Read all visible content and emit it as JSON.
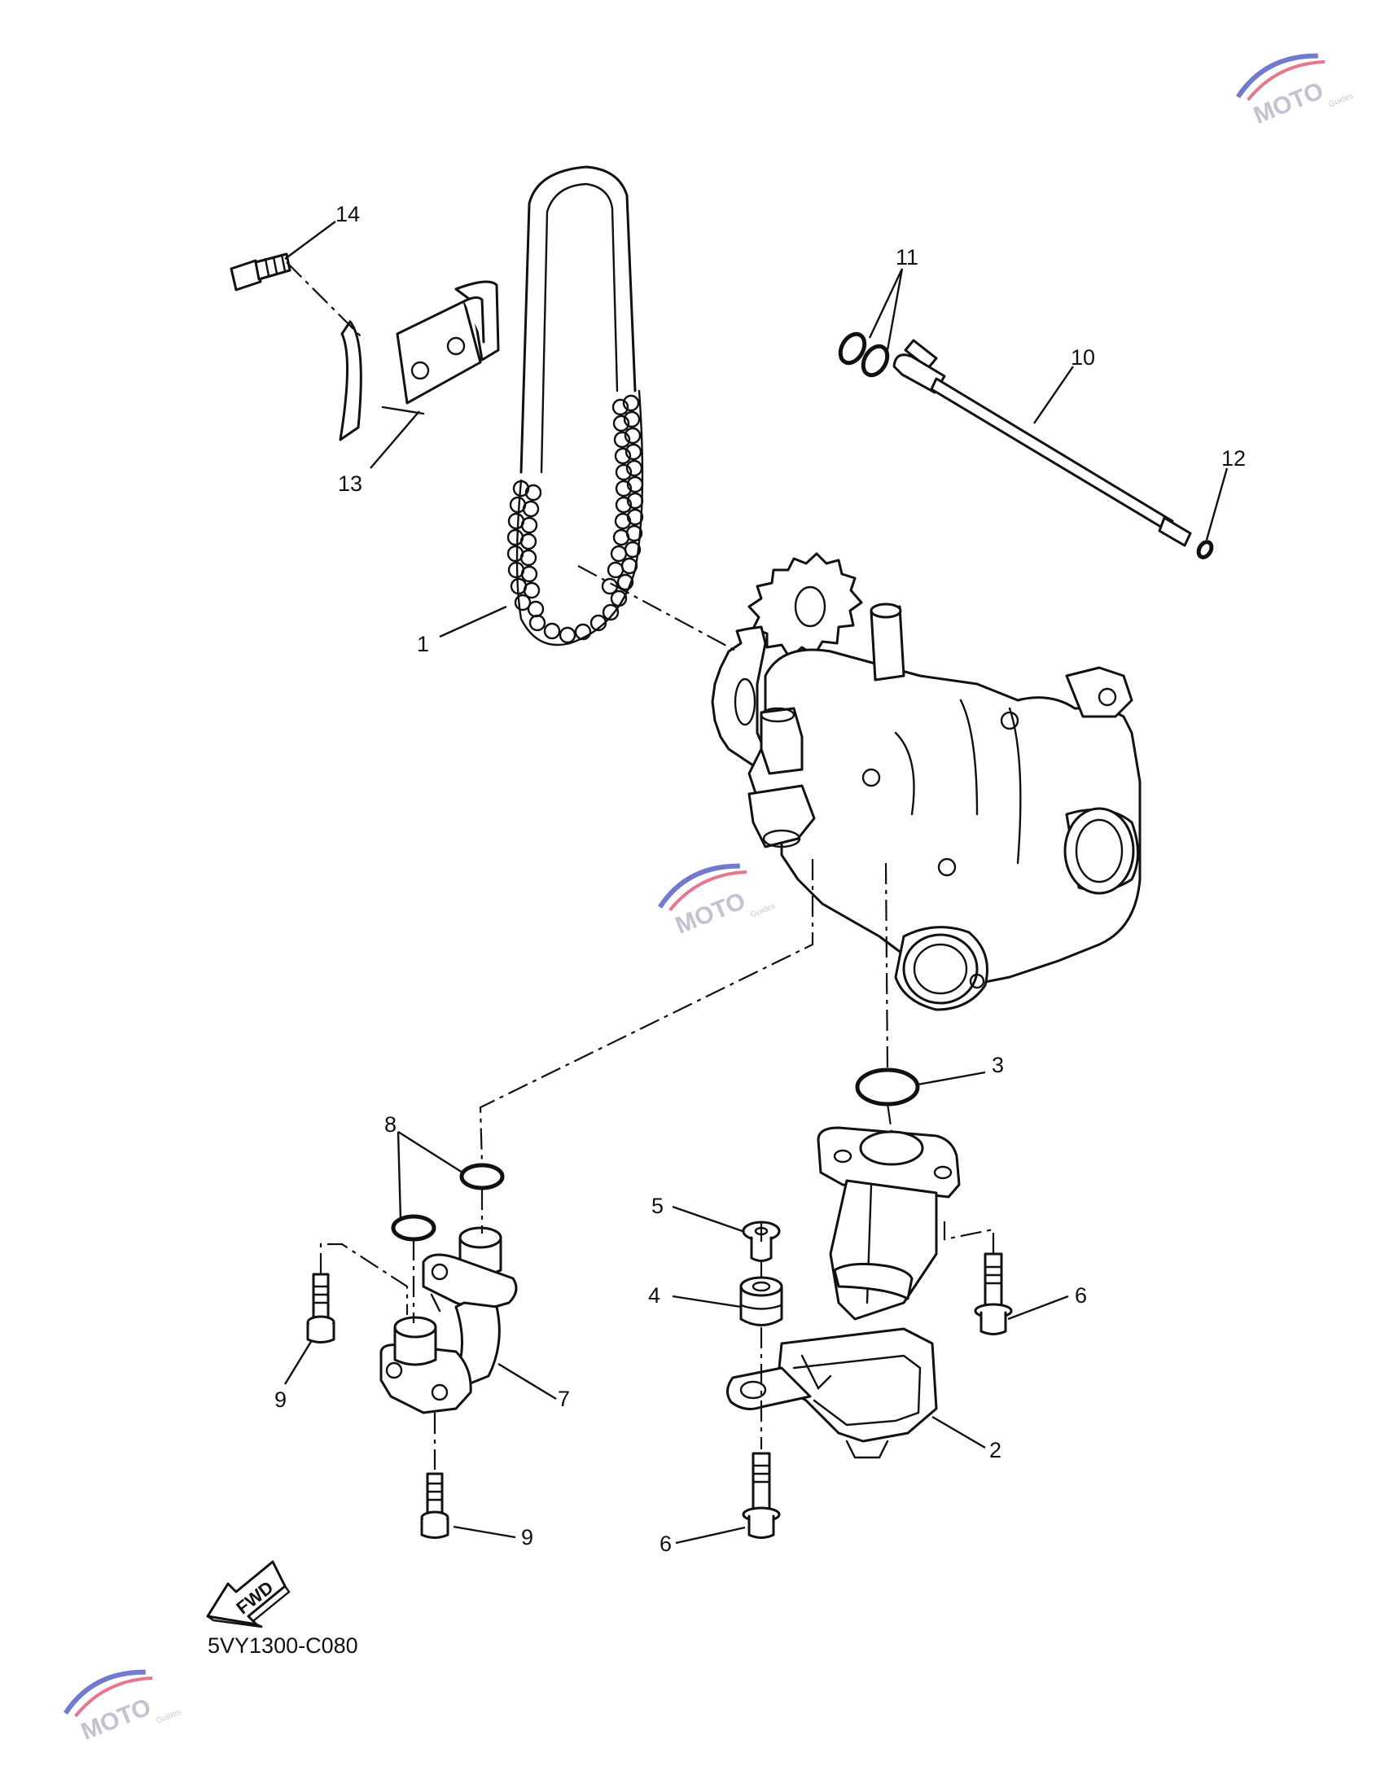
{
  "figure": {
    "code": "5VY1300-C080",
    "fwd_label": "FWD"
  },
  "callouts": {
    "c1": "1",
    "c2": "2",
    "c3": "3",
    "c4": "4",
    "c5": "5",
    "c6a": "6",
    "c6b": "6",
    "c7": "7",
    "c8": "8",
    "c9a": "9",
    "c9b": "9",
    "c10": "10",
    "c11": "11",
    "c12": "12",
    "c13": "13",
    "c14": "14"
  },
  "watermark": {
    "brand": "MOTO",
    "tagline": "Guides",
    "colors": {
      "blue": "#5a63c8",
      "red": "#e0607a",
      "gray": "#b0b0b8"
    }
  }
}
